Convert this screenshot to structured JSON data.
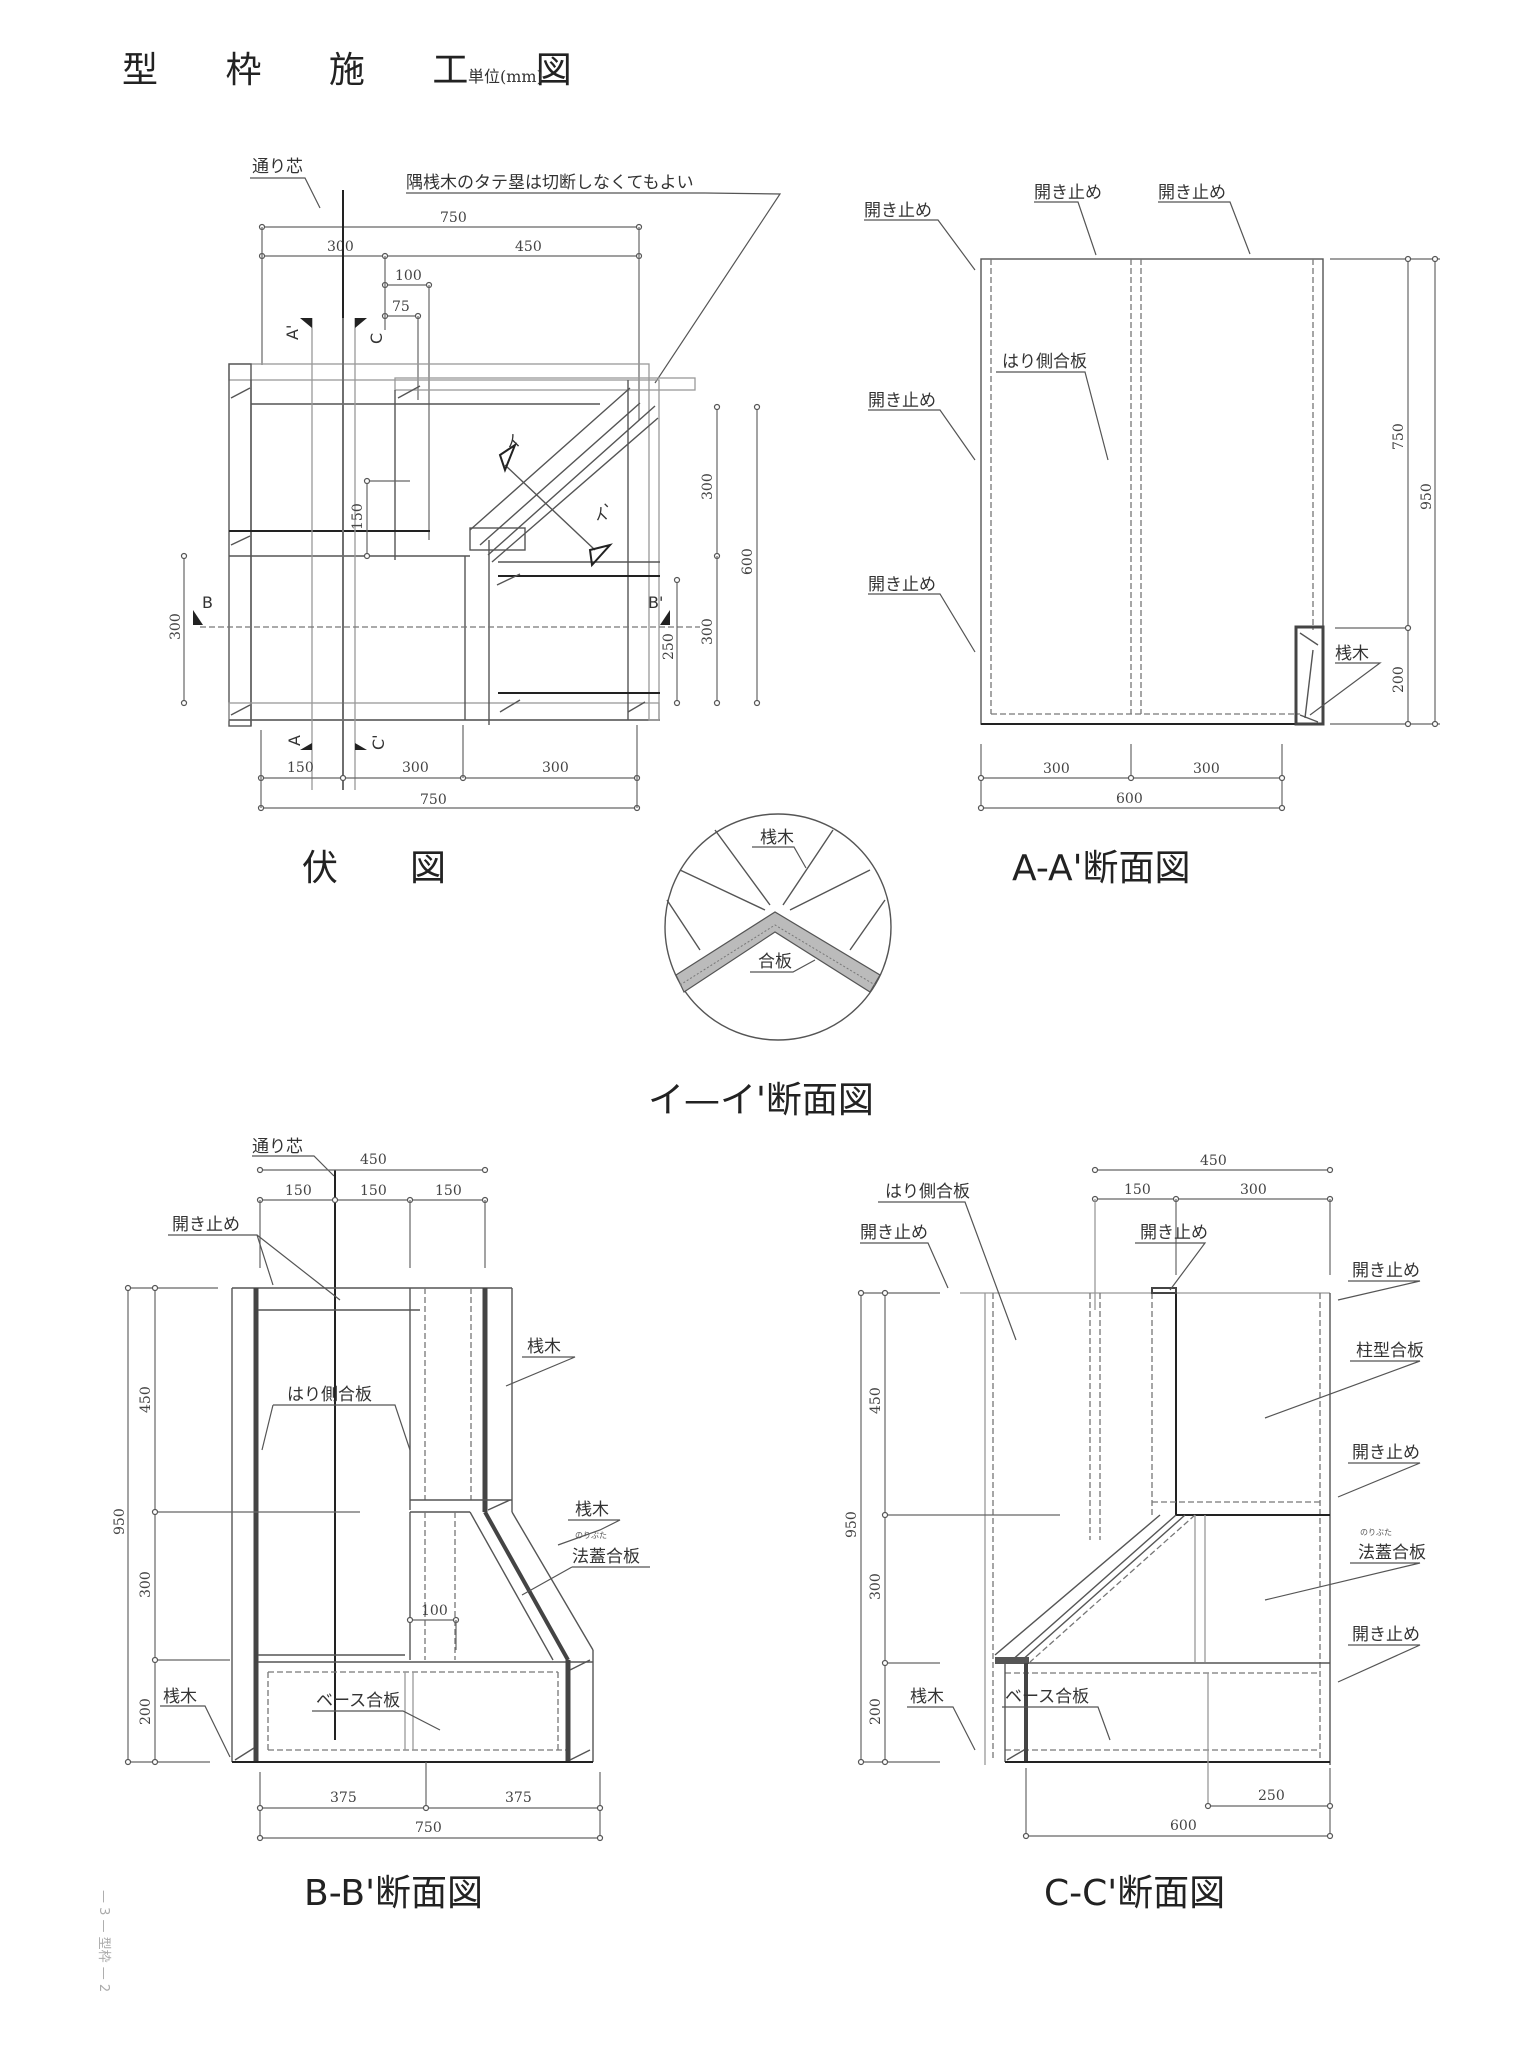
{
  "header": {
    "title": "型 枠 施 工 図",
    "unit": "単位(mm)"
  },
  "plan_view": {
    "caption": "伏　　図",
    "center_line_label": "通り芯",
    "note": "隅桟木のタテ塁は切断しなくてもよい",
    "section_marks": [
      "A'",
      "C",
      "A",
      "C'",
      "B",
      "B'",
      "イ",
      "イ'"
    ],
    "dims_top": [
      "750",
      "300",
      "450",
      "100",
      "75"
    ],
    "dims_bottom": [
      "150",
      "300",
      "300",
      "750"
    ],
    "dims_side": [
      "150",
      "300",
      "300",
      "600",
      "300",
      "250"
    ]
  },
  "section_aa": {
    "caption": "A-A'断面図",
    "labels": [
      "開き止め",
      "開き止め",
      "開き止め",
      "開き止め",
      "開き止め",
      "はり側合板",
      "桟木"
    ],
    "dims_right": [
      "750",
      "950",
      "200"
    ],
    "dims_bottom": [
      "300",
      "300",
      "600"
    ]
  },
  "section_ii": {
    "caption": "イ—イ'断面図",
    "labels": [
      "桟木",
      "合板"
    ]
  },
  "section_bb": {
    "caption": "B-B'断面図",
    "center_line_label": "通り芯",
    "labels": [
      "開き止め",
      "はり側合板",
      "桟木",
      "桟木",
      "法蓋合板",
      "ベース合板",
      "桟木"
    ],
    "ruby": "のりぶた",
    "dims_top": [
      "450",
      "150",
      "150",
      "150"
    ],
    "dims_left": [
      "950",
      "450",
      "300",
      "200"
    ],
    "dims_inner": [
      "100"
    ],
    "dims_bottom": [
      "375",
      "375",
      "750"
    ]
  },
  "section_cc": {
    "caption": "C-C'断面図",
    "labels": [
      "はり側合板",
      "開き止め",
      "開き止め",
      "開き止め",
      "柱型合板",
      "開き止め",
      "法蓋合板",
      "開き止め",
      "桟木",
      "ベース合板"
    ],
    "ruby": "のりぶた",
    "dims_top": [
      "450",
      "150",
      "300"
    ],
    "dims_left": [
      "950",
      "450",
      "300",
      "200"
    ],
    "dims_bottom": [
      "250",
      "600"
    ]
  },
  "footer": {
    "page_ref": "— 3 — 型枠 — 2"
  }
}
